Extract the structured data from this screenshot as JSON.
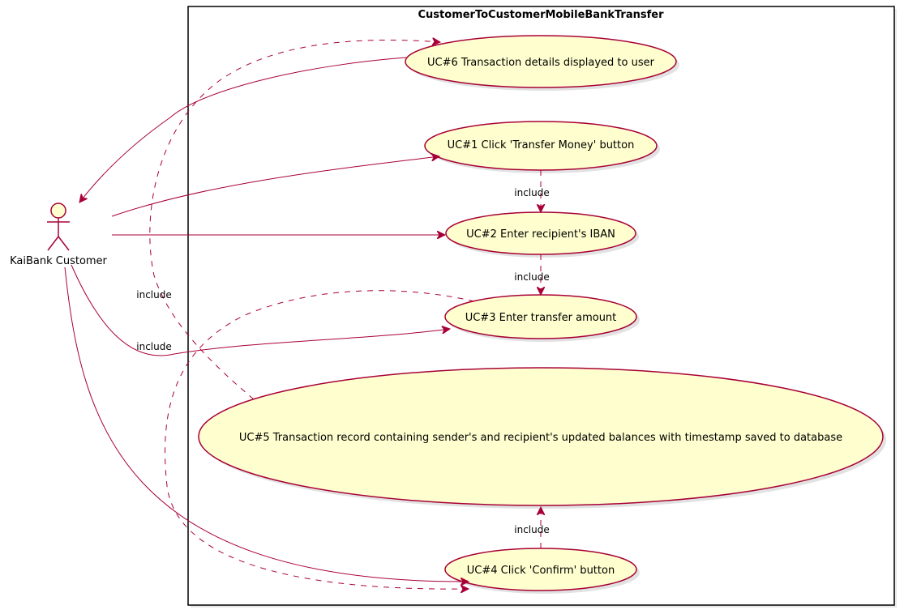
{
  "diagram": {
    "system_title": "CustomerToCustomerMobileBankTransfer",
    "actor": {
      "label": "KaiBank Customer"
    },
    "use_cases": {
      "uc1": "UC#1 Click 'Transfer Money' button",
      "uc2": "UC#2 Enter recipient's IBAN",
      "uc3": "UC#3 Enter transfer amount",
      "uc4": "UC#4 Click 'Confirm' button",
      "uc5": "UC#5 Transaction record containing sender's and recipient's updated balances with timestamp saved to database",
      "uc6": "UC#6 Transaction details displayed to user"
    },
    "relation_labels": {
      "uc1_uc2": "include",
      "uc2_uc3": "include",
      "uc3_uc4": "include",
      "uc4_uc5": "include",
      "uc5_uc6": "include"
    }
  },
  "colors": {
    "line": "#A80036",
    "usecase_fill": "#FEFECE",
    "border": "#000000"
  }
}
